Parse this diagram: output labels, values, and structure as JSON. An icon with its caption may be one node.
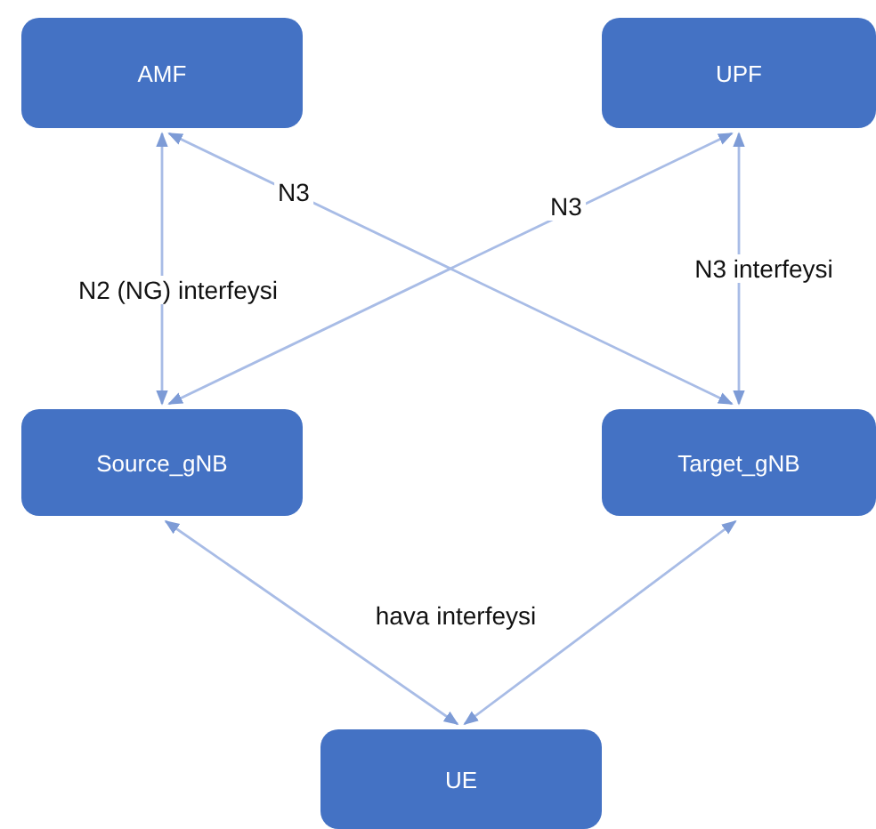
{
  "diagram": {
    "nodes": [
      {
        "text": [
          "AMF"
        ]
      },
      {
        "text": [
          "UPF"
        ]
      },
      {
        "text": [
          "Source_gNB"
        ]
      },
      {
        "text": [
          "Target_gNB"
        ]
      },
      {
        "text": [
          "UE"
        ]
      }
    ],
    "edges": [
      {
        "from": 0,
        "to": 2,
        "arrow": "both",
        "label": "N2 (NG) interfeysi"
      },
      {
        "from": 0,
        "to": 3,
        "arrow": "both",
        "label": "N3"
      },
      {
        "from": 1,
        "to": 2,
        "arrow": "both",
        "label": "N3"
      },
      {
        "from": 1,
        "to": 3,
        "arrow": "both",
        "label": "N3 interfeysi"
      },
      {
        "from": 2,
        "to": 4,
        "arrow": "both"
      },
      {
        "from": 3,
        "to": 4,
        "arrow": "both"
      }
    ],
    "labels": [
      "hava interfeysi"
    ]
  }
}
